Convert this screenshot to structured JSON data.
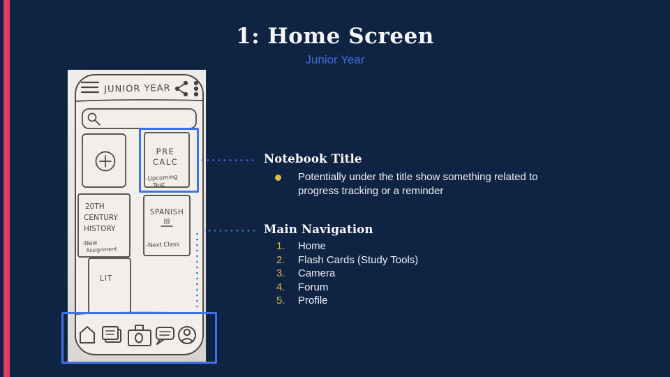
{
  "slide": {
    "title": "1: Home Screen",
    "subtitle": "Junior Year"
  },
  "sketch": {
    "phone_title": "JUNIOR YEAR",
    "cards": {
      "precalc_line1": "PRE",
      "precalc_line2": "CALC",
      "precalc_note1": "-Upcoming",
      "precalc_note2": "Test",
      "history_line1": "20TH",
      "history_line2": "CENTURY",
      "history_line3": "HISTORY",
      "history_note1": "-New",
      "history_note2": "Assignment",
      "spanish_line1": "SPANISH",
      "spanish_line2": "III",
      "spanish_note1": "-Next Class",
      "lit_line1": "LIT"
    },
    "icon_names": [
      "hamburger-menu-icon",
      "share-icon",
      "kebab-menu-icon",
      "search-icon",
      "add-plus-icon",
      "home-icon",
      "flash-cards-icon",
      "camera-icon",
      "forum-chat-icon",
      "profile-icon"
    ]
  },
  "annotations": {
    "notebook": {
      "heading": "Notebook Title",
      "bullet": "Potentially under the title show something related to progress tracking or a reminder"
    },
    "navigation": {
      "heading": "Main Navigation",
      "items": [
        {
          "num": "1.",
          "label": "Home"
        },
        {
          "num": "2.",
          "label": "Flash Cards (Study Tools)"
        },
        {
          "num": "3.",
          "label": "Camera"
        },
        {
          "num": "4.",
          "label": "Forum"
        },
        {
          "num": "5.",
          "label": "Profile"
        }
      ]
    }
  },
  "colors": {
    "background": "#0F2342",
    "accent_pink": "#E23B66",
    "accent_blue": "#3D6FD9",
    "highlight_blue": "#3F72E8",
    "gold_bullet": "#E0B94F",
    "paper": "#E7E4E0",
    "sketch_ink": "#47433E"
  }
}
